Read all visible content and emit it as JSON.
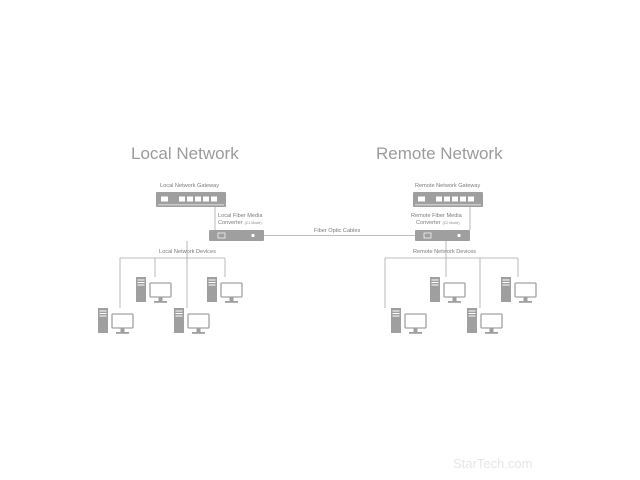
{
  "local": {
    "title": "Local Network",
    "gateway_label": "Local Network Gateway",
    "converter_label_line1": "Local Fiber Media",
    "converter_label_line2": "Converter",
    "converter_mode": "(C1 Mode)",
    "devices_label": "Local Network Devices"
  },
  "remote": {
    "title": "Remote Network",
    "gateway_label": "Remote Network Gateway",
    "converter_label_line1": "Remote Fiber Media",
    "converter_label_line2": "Converter",
    "converter_mode": "(C2 Mode)",
    "devices_label": "Remote Network Devices"
  },
  "link_label": "Fiber Optic Cables",
  "watermark": "StarTech.com",
  "colors": {
    "device_gray": "#9f9f9f",
    "line_gray": "#a9a9a9",
    "text_gray": "#8a8a8a"
  }
}
